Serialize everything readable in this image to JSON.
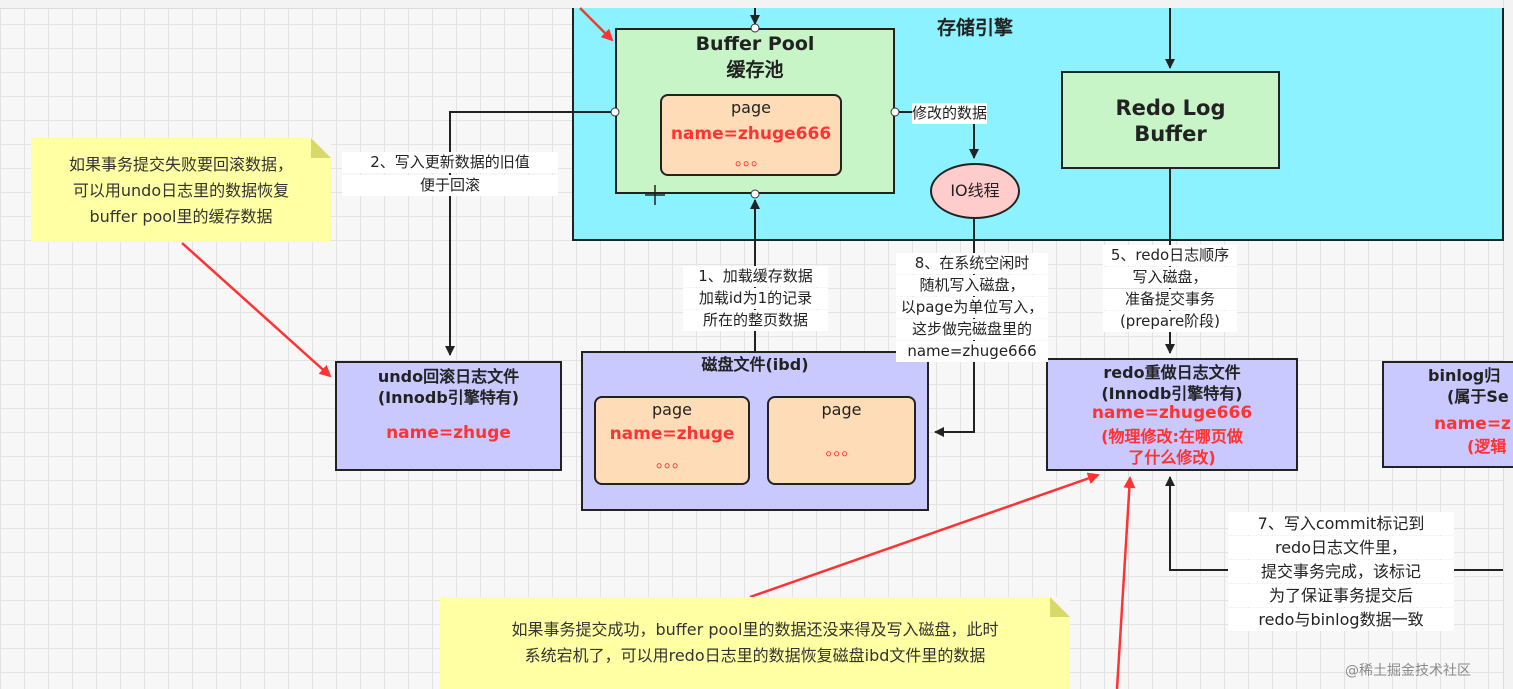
{
  "storage_engine": {
    "title": "存储引擎"
  },
  "buffer_pool": {
    "title1": "Buffer Pool",
    "title2": "缓存池",
    "page_label": "page",
    "page_value": "name=zhuge666",
    "page_dots": "。。。"
  },
  "redo_log_buffer": {
    "line1": "Redo Log",
    "line2": "Buffer"
  },
  "io_thread": {
    "label": "IO线程"
  },
  "modified_data": {
    "label": "修改的数据"
  },
  "undo_file": {
    "line1": "undo回滚日志文件",
    "line2": "(Innodb引擎特有)",
    "value": "name=zhuge"
  },
  "disk_file": {
    "title": "磁盘文件(ibd)",
    "page1_label": "page",
    "page1_value": "name=zhuge",
    "page1_dots": "。。。",
    "page2_label": "page",
    "page2_dots": "。。。"
  },
  "redo_file": {
    "line1": "redo重做日志文件",
    "line2": "(Innodb引擎特有)",
    "value": "name=zhuge666",
    "note1": "(物理修改:在哪页做",
    "note2": "了什么修改)"
  },
  "binlog_file": {
    "line1": "binlog归",
    "line2": "(属于Se",
    "value": "name=z",
    "note": "(逻辑"
  },
  "step1": {
    "l1": "1、加载缓存数据",
    "l2": "加载id为1的记录",
    "l3": "所在的整页数据"
  },
  "step2": {
    "l1": "2、写入更新数据的旧值",
    "l2": "便于回滚"
  },
  "step5": {
    "l1": "5、redo日志顺序",
    "l2": "写入磁盘，",
    "l3": "准备提交事务",
    "l4": "(prepare阶段)"
  },
  "step7": {
    "l1": "7、写入commit标记到",
    "l2": "redo日志文件里，",
    "l3": "提交事务完成，该标记",
    "l4": "为了保证事务提交后",
    "l5": "redo与binlog数据一致"
  },
  "step8": {
    "l1": "8、在系统空闲时",
    "l2": "随机写入磁盘，",
    "l3": "以page为单位写入，",
    "l4": "这步做完磁盘里的",
    "l5": "name=zhuge666"
  },
  "note_undo": {
    "l1": "如果事务提交失败要回滚数据，",
    "l2": "可以用undo日志里的数据恢复",
    "l3": "buffer pool里的缓存数据"
  },
  "note_redo": {
    "l1": "如果事务提交成功，buffer pool里的数据还没来得及写入磁盘，此时",
    "l2": "系统宕机了，可以用redo日志里的数据恢复磁盘ibd文件里的数据"
  },
  "watermark": "@稀土掘金技术社区",
  "colors": {
    "engine_bg": "#8cf2ff",
    "pool_bg": "#c7f5c7",
    "page_bg": "#ffdcb8",
    "file_bg": "#c9c9ff",
    "io_bg": "#ffcccc",
    "note_bg": "#ffffa3",
    "red": "#ff3333"
  }
}
